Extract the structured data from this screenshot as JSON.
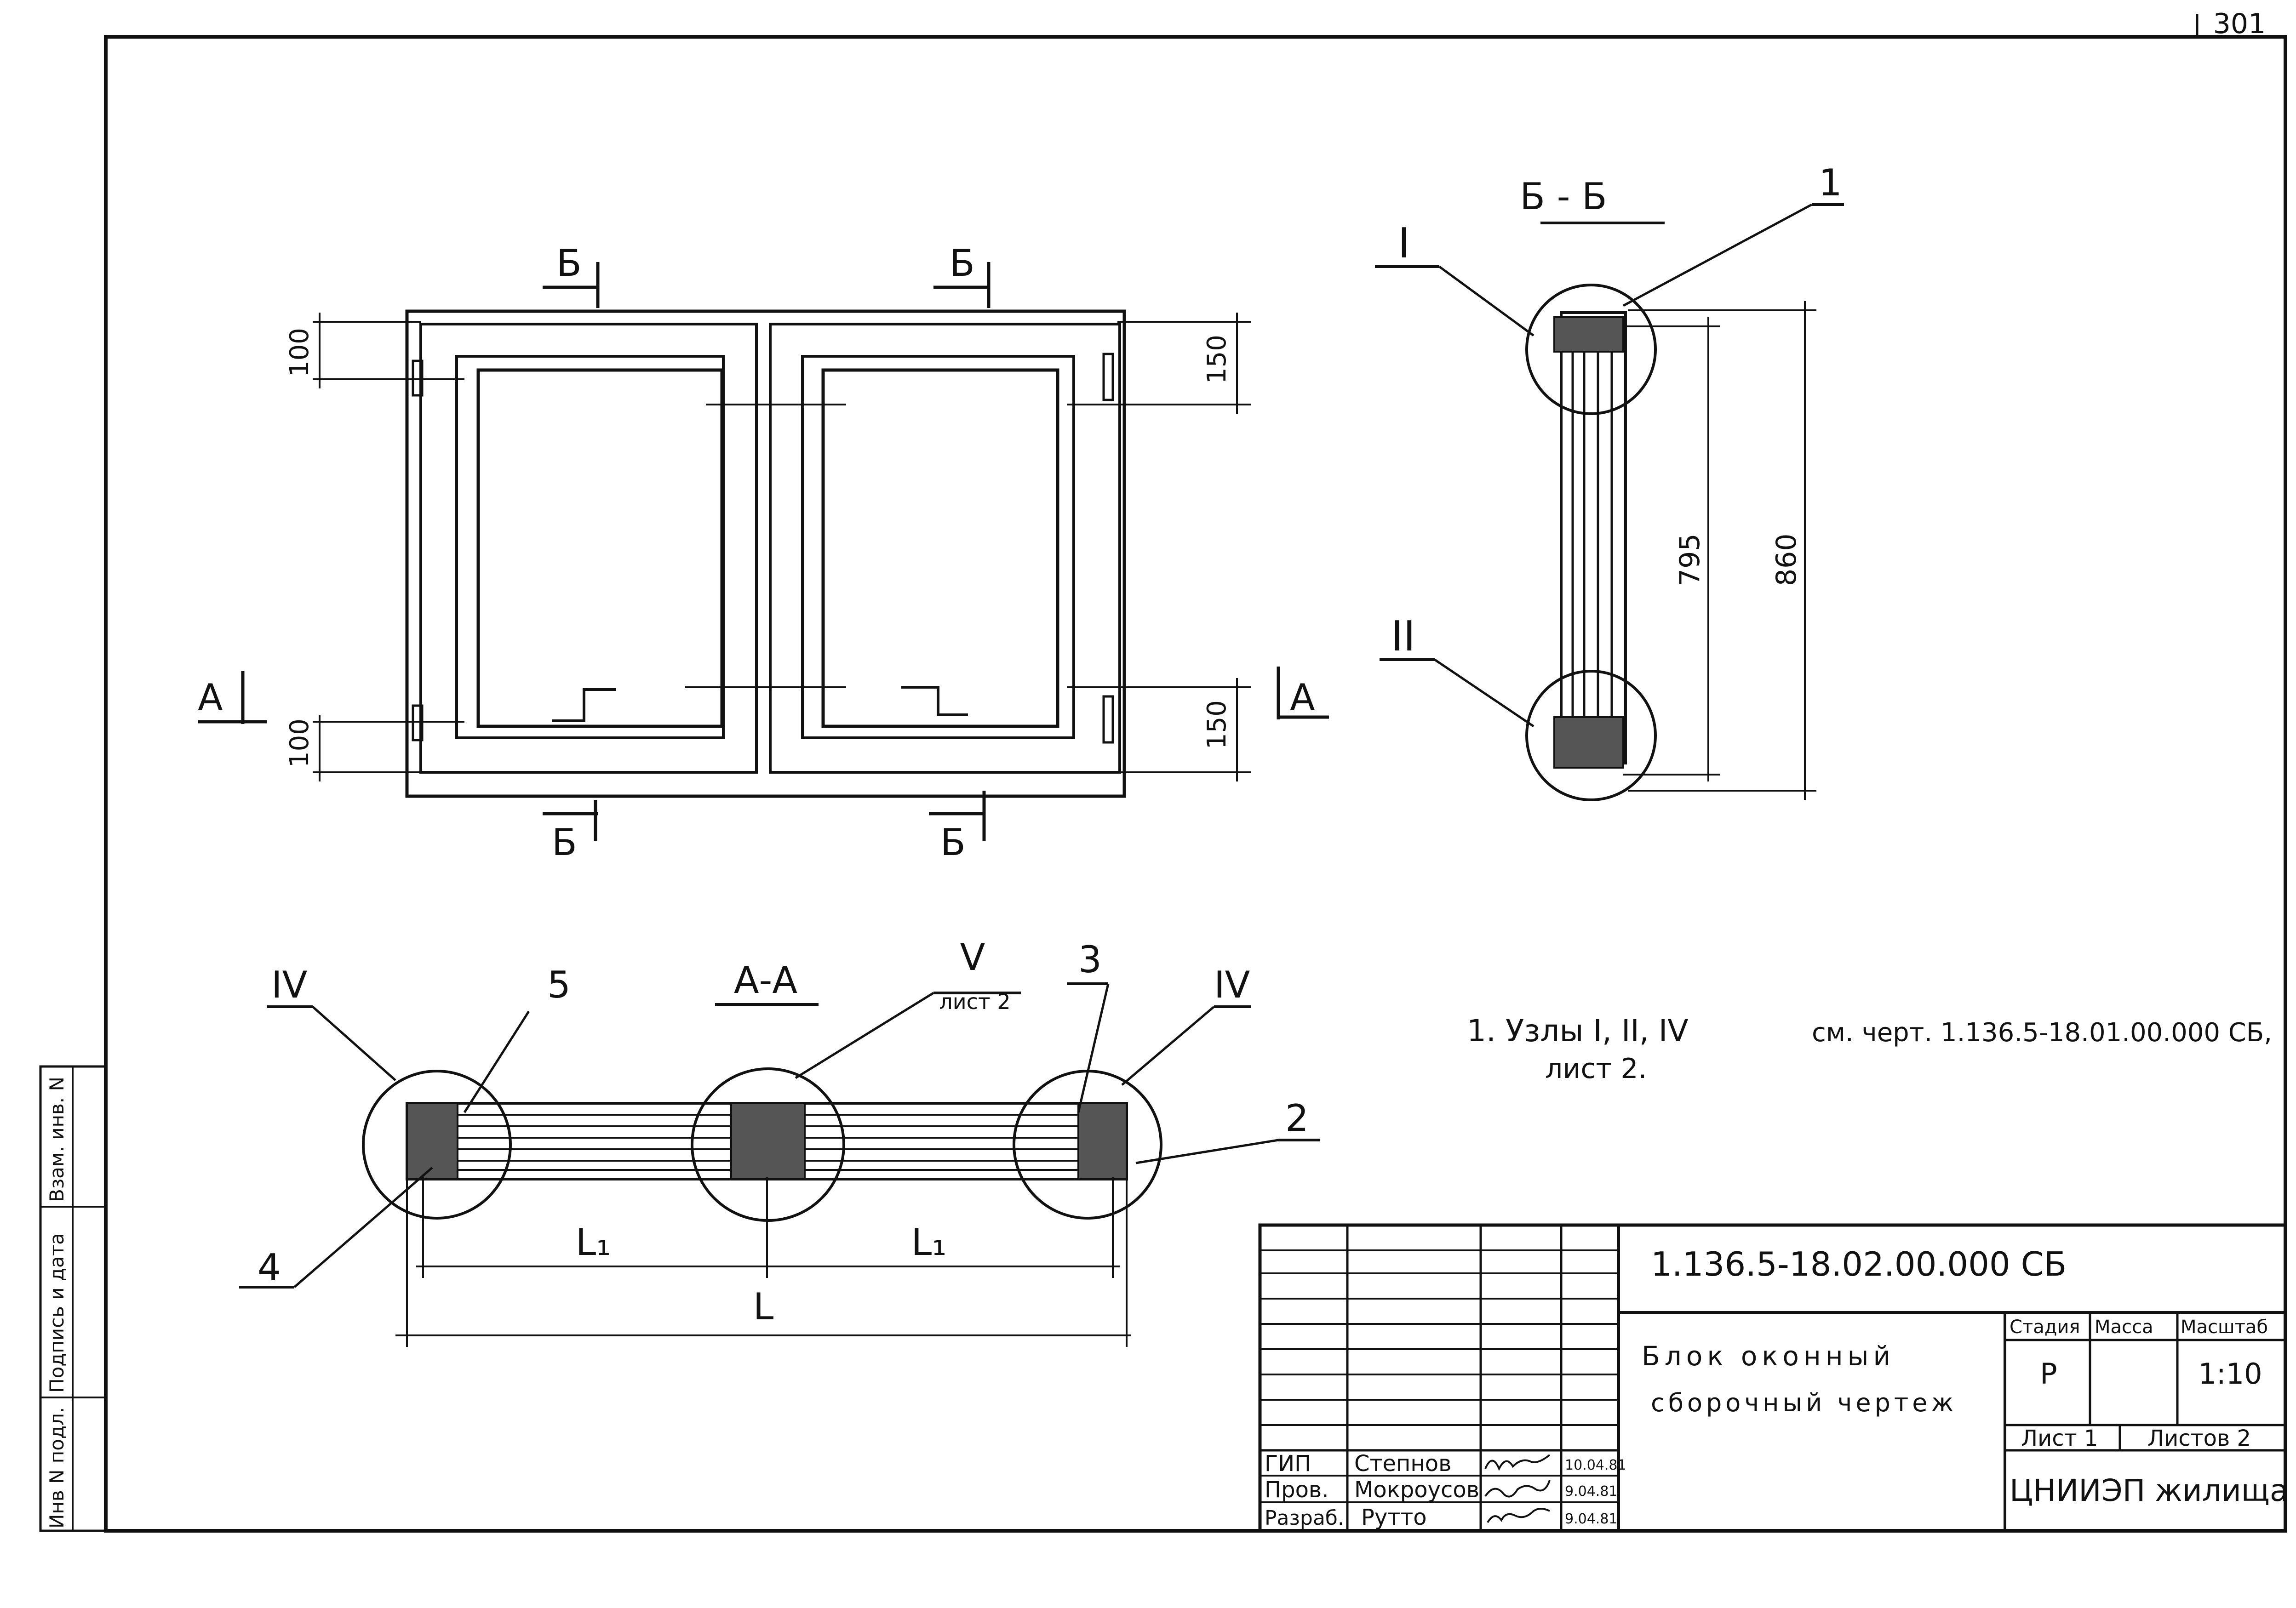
{
  "sheet_number": "301",
  "section_labels": {
    "b": "Б",
    "a": "А",
    "bb_title": "Б - Б",
    "aa_title": "А-А"
  },
  "dimensions": {
    "d100": "100",
    "d150": "150",
    "d795": "795",
    "d860": "860",
    "l1": "L₁",
    "l": "L"
  },
  "callouts": {
    "node_1": "I",
    "node_2": "II",
    "node_4": "IV",
    "node_5": "V",
    "node_5_sheet": "лист 2",
    "part_1": "1",
    "part_2": "2",
    "part_3": "3",
    "part_4": "4",
    "part_5": "5"
  },
  "note": {
    "line1_a": "1. Узлы I, II, IV",
    "line1_b": "см. черт. 1.136.5-18.01.00.000 СБ,",
    "line2": "лист 2."
  },
  "side_stamp": {
    "col1": "Инв N подл.",
    "col2": "Подпись и дата",
    "col3": "Взам. инв. N"
  },
  "title_block": {
    "doc_code": "1.136.5-18.02.00.000 СБ",
    "title_line1": "Блок оконный",
    "title_line2": "сборочный чертеж",
    "stage_header": "Стадия",
    "mass_header": "Масса",
    "scale_header": "Масштаб",
    "stage_value": "Р",
    "scale_value": "1:10",
    "sheet_label": "Лист 1",
    "sheets_label": "Листов 2",
    "org": "ЦНИИЭП жилища",
    "signatories": [
      {
        "role": "ГИП",
        "name": "Степнов",
        "date": "10.04.81"
      },
      {
        "role": "Пров.",
        "name": "Мокроусов",
        "date": "9.04.81"
      },
      {
        "role": "Разраб.",
        "name": "Рутто",
        "date": "9.04.81"
      }
    ]
  }
}
